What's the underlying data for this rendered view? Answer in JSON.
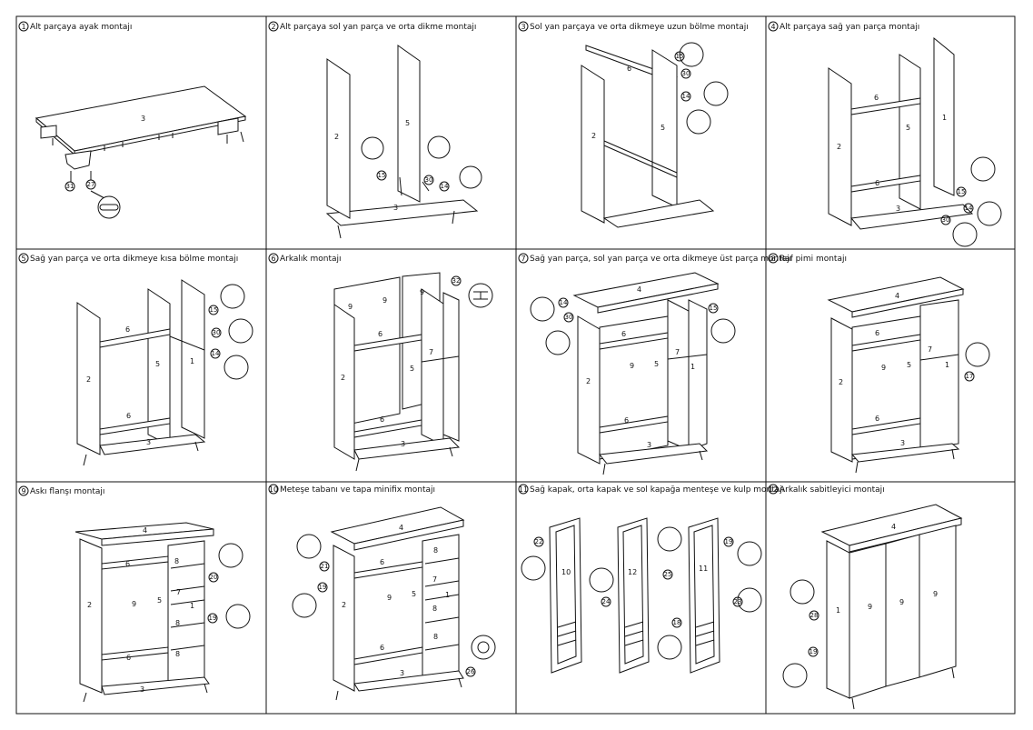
{
  "steps": [
    {
      "num": "1",
      "title": "Alt parçaya ayak montajı",
      "labels": [
        "3"
      ],
      "callouts": [
        "31",
        "27"
      ]
    },
    {
      "num": "2",
      "title": "Alt parçaya sol yan parça ve orta dikme montajı",
      "labels": [
        "2",
        "5",
        "3"
      ],
      "callouts": [
        "15",
        "30",
        "14"
      ]
    },
    {
      "num": "3",
      "title": "Sol yan parçaya ve orta dikmeye uzun bölme montajı",
      "labels": [
        "6",
        "2",
        "5"
      ],
      "callouts": [
        "15",
        "30",
        "14"
      ]
    },
    {
      "num": "4",
      "title": "Alt parçaya sağ yan parça montajı",
      "labels": [
        "6",
        "2",
        "5",
        "1",
        "6",
        "3"
      ],
      "callouts": [
        "15",
        "14",
        "30"
      ]
    },
    {
      "num": "5",
      "title": "Sağ yan parça ve orta dikmeye kısa bölme montajı",
      "labels": [
        "6",
        "2",
        "5",
        "1",
        "6",
        "3"
      ],
      "callouts": [
        "15",
        "30",
        "14"
      ]
    },
    {
      "num": "6",
      "title": "Arkalık montajı",
      "labels": [
        "9",
        "9",
        "9",
        "6",
        "2",
        "5",
        "7",
        "6",
        "3"
      ],
      "callouts": [
        "32"
      ]
    },
    {
      "num": "7",
      "title": "Sağ yan parça, sol yan parça ve orta dikmeye üst parça montajı",
      "labels": [
        "4",
        "6",
        "2",
        "9",
        "5",
        "7",
        "1",
        "6",
        "3"
      ],
      "callouts": [
        "14",
        "30",
        "15"
      ]
    },
    {
      "num": "8",
      "title": "Raf pimi montajı",
      "labels": [
        "4",
        "6",
        "2",
        "9",
        "5",
        "7",
        "1",
        "6",
        "3"
      ],
      "callouts": [
        "17"
      ]
    },
    {
      "num": "9",
      "title": "Askı flanşı montajı",
      "labels": [
        "4",
        "6",
        "8",
        "2",
        "9",
        "5",
        "7",
        "1",
        "8",
        "8",
        "6",
        "3"
      ],
      "callouts": [
        "20",
        "19"
      ]
    },
    {
      "num": "10",
      "title": "Meteşe tabanı ve tapa minifix montajı",
      "labels": [
        "4",
        "6",
        "8",
        "2",
        "9",
        "5",
        "7",
        "1",
        "8",
        "8",
        "6",
        "3"
      ],
      "callouts": [
        "21",
        "19",
        "26"
      ]
    },
    {
      "num": "11",
      "title": "Sağ kapak, orta kapak ve sol kapağa menteşe ve kulp montajı",
      "labels": [
        "10",
        "12",
        "11"
      ],
      "callouts": [
        "22",
        "24",
        "25",
        "19",
        "23",
        "18"
      ]
    },
    {
      "num": "12",
      "title": "Arkalık sabitleyici montajı",
      "labels": [
        "4",
        "1",
        "9",
        "9",
        "9"
      ],
      "callouts": [
        "28",
        "19"
      ]
    }
  ]
}
